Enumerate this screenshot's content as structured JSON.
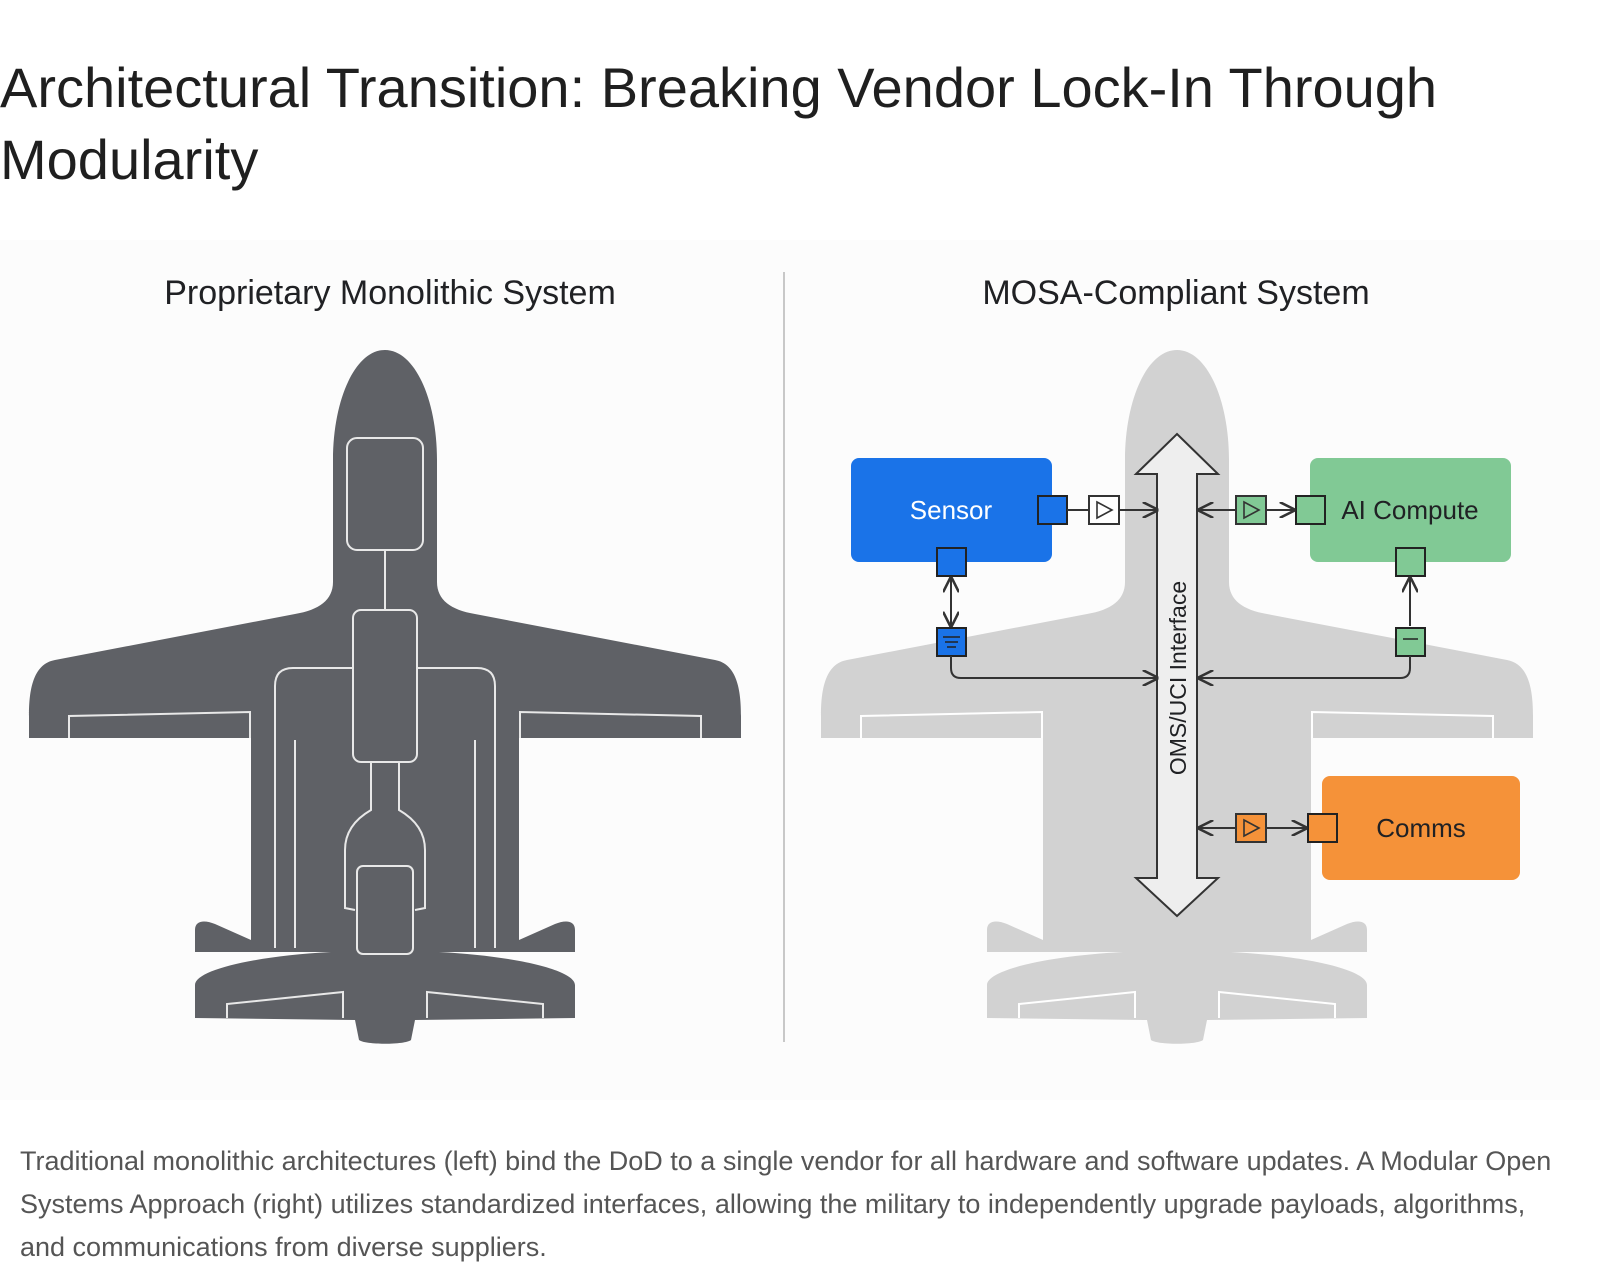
{
  "title": "Architectural Transition: Breaking Vendor Lock-In Through Modularity",
  "diagram": {
    "left_heading": "Proprietary Monolithic System",
    "right_heading": "MOSA-Compliant System",
    "bus_label": "OMS/UCI Interface",
    "modules": {
      "sensor": "Sensor",
      "ai_compute": "AI Compute",
      "comms": "Comms"
    },
    "colors": {
      "monolithic_aircraft": "#5f6166",
      "mosa_aircraft": "#d2d2d2",
      "sensor": "#1a73e8",
      "ai_compute": "#81c995",
      "comms": "#f59239",
      "bus": "#eeeeee"
    }
  },
  "caption": "Traditional monolithic architectures (left) bind the DoD to a single vendor for all hardware and software updates. A Modular Open Systems Approach (right) utilizes standardized interfaces, allowing the military to independently upgrade payloads, algorithms, and communications from diverse suppliers."
}
